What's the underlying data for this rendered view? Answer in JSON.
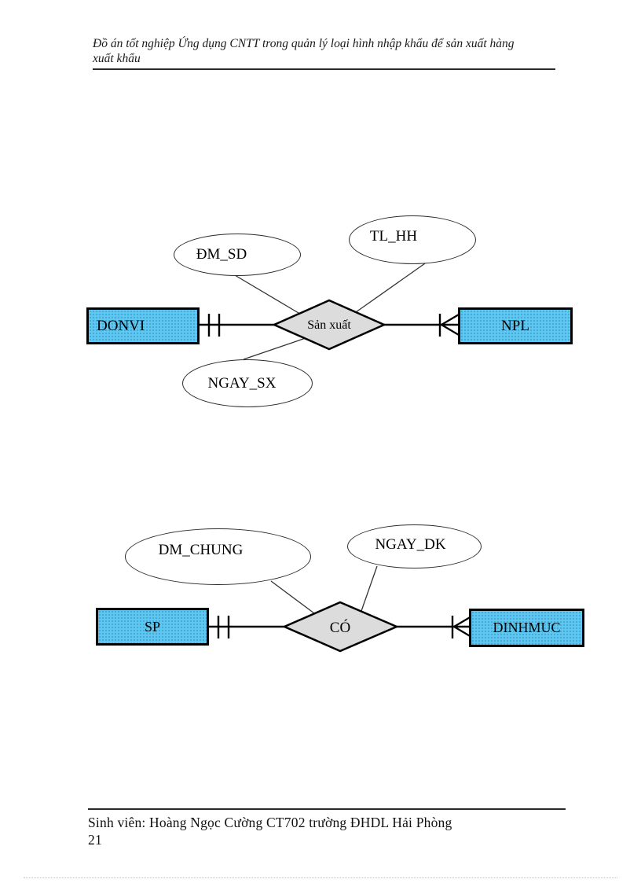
{
  "header": {
    "line1": "Đồ án tốt nghiệp  Ứng dụng CNTT trong quản lý loại hình nhập khẩu để sản xuất hàng",
    "line2": "xuất khẩu"
  },
  "footer": {
    "text": "Sinh viên:  Hoàng Ngọc Cường CT702  trường ĐHDL Hải Phòng",
    "page_number": "21"
  },
  "colors": {
    "entity_fill": "#5ec9f2",
    "relationship_fill": "#dcdcdc",
    "line": "#000000"
  },
  "diagram1": {
    "entities": [
      {
        "label": "DONVI"
      },
      {
        "label": "NPL"
      }
    ],
    "relationship": {
      "label": "Sản xuất"
    },
    "attributes": [
      {
        "label": "ĐM_SD"
      },
      {
        "label": "TL_HH"
      },
      {
        "label": "NGAY_SX"
      }
    ],
    "cardinalities": {
      "left": "one-double-bar",
      "right": "many-crow-foot-with-bar"
    }
  },
  "diagram2": {
    "entities": [
      {
        "label": "SP"
      },
      {
        "label": "DINHMUC"
      }
    ],
    "relationship": {
      "label": "CÓ"
    },
    "attributes": [
      {
        "label": "DM_CHUNG"
      },
      {
        "label": "NGAY_DK"
      }
    ],
    "cardinalities": {
      "left": "one-double-bar",
      "right": "many-crow-foot-with-bar"
    }
  }
}
